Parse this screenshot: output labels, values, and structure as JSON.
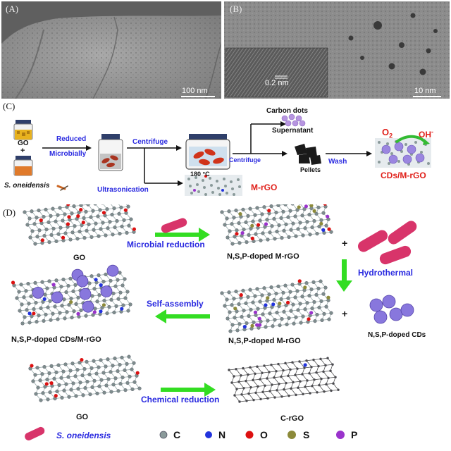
{
  "panels": {
    "a": {
      "label": "(A)",
      "scale": "100 nm"
    },
    "b": {
      "label": "(B)",
      "scale": "10 nm",
      "inset_scale": "0.2 nm"
    },
    "c": {
      "label": "(C)",
      "go": "GO",
      "plus": "+",
      "organism": "S. oneidensis",
      "reduced": "Reduced",
      "microbially": "Microbially",
      "centrifuge1": "Centrifuge",
      "ultrasonication": "Ultrasonication",
      "temp": "180 °C",
      "centrifuge2": "Centrifuge",
      "carbon_dots": "Carbon dots",
      "supernatant": "Supernatant",
      "pellets": "Pellets",
      "wash": "Wash",
      "mrgo": "M-rGO",
      "o2_main": "O",
      "o2_sub": "2",
      "oh": "OH",
      "oh_sup": "-",
      "product": "CDs/M-rGO"
    },
    "d": {
      "label": "(D)",
      "go": "GO",
      "microbial_reduction": "Microbial reduction",
      "doped_mrgo_1": "N,S,P-doped M-rGO",
      "plus1": "+",
      "hydrothermal": "Hydrothermal",
      "self_assembly": "Self-assembly",
      "doped_mrgo_2": "N,S,P-doped M-rGO",
      "plus2": "+",
      "doped_cds": "N,S,P-doped CDs",
      "doped_cds_mrgo": "N,S,P-doped CDs/M-rGO",
      "go2": "GO",
      "chemical_reduction": "Chemical reduction",
      "crgo": "C-rGO"
    }
  },
  "legend": {
    "organism": "S. oneidensis",
    "c": "C",
    "n": "N",
    "o": "O",
    "s": "S",
    "p": "P"
  },
  "colors": {
    "arrow_green": "#33dd22",
    "label_blue": "#2a2ae0",
    "label_red": "#e0201a",
    "atom_c": "#7d8c8c",
    "atom_n": "#2233dd",
    "atom_o": "#dd1111",
    "atom_s": "#8c8a3a",
    "atom_p": "#9a33cc",
    "bacteria": "#d8346a",
    "cd_sphere": "#8877dd"
  }
}
